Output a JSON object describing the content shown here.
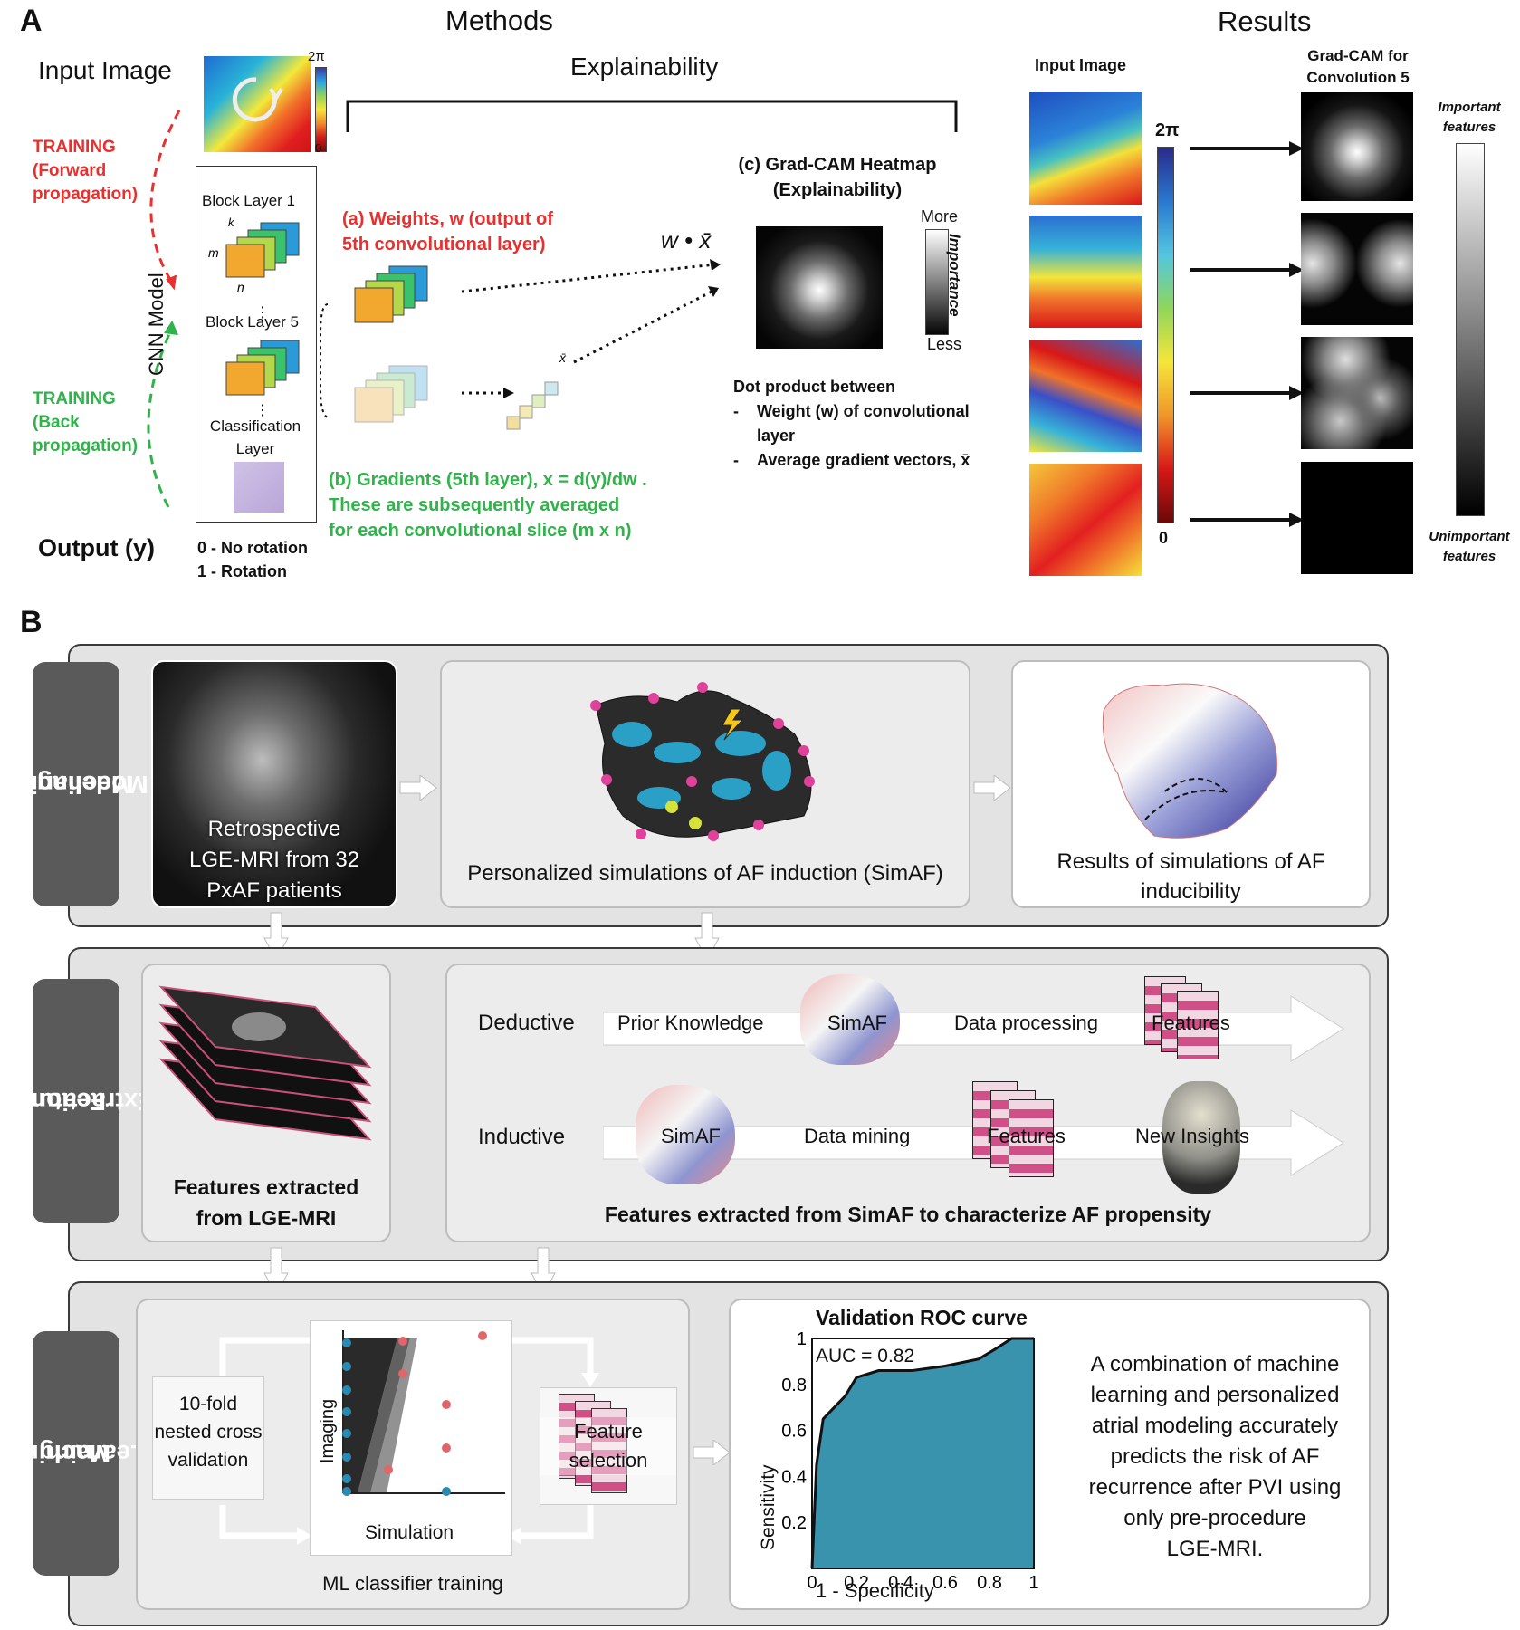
{
  "panel_a": {
    "letter": "A",
    "methods_title": "Methods",
    "results_title": "Results",
    "explainability_title": "Explainability",
    "input_image_label": "Input Image",
    "colorbar_top": "2π",
    "colorbar_bottom": "0",
    "training_forward": [
      "TRAINING",
      "(Forward",
      "propagation)"
    ],
    "training_back": [
      "TRAINING",
      "(Back",
      "propagation)"
    ],
    "cnn_model_label": "CNN Model",
    "block_layer_1": "Block Layer 1",
    "block_layer_5": "Block Layer 5",
    "dim_k": "k",
    "dim_m": "m",
    "dim_n": "n",
    "classification_layer": [
      "Classification",
      "Layer"
    ],
    "output_label": "Output (y)",
    "output_classes": [
      "0 - No rotation",
      "1 - Rotation"
    ],
    "weights_label": [
      "(a) Weights, w (output of",
      "5th convolutional layer)"
    ],
    "gradients_label": [
      "(b) Gradients (5th layer), x = d(y)/dw .",
      "These are subsequently averaged",
      "for each convolutional slice (m x n)"
    ],
    "xbar_label": "x̄",
    "w_dot_x": "w • x̄",
    "gradcam_title": [
      "(c) Grad-CAM Heatmap",
      "(Explainability)"
    ],
    "more_label": "More",
    "less_label": "Less",
    "importance_label": "Importance",
    "dot_product_title": "Dot product between",
    "dot_product_items": [
      "Weight (w) of convolutional",
      "layer",
      "Average gradient vectors, x̄"
    ],
    "results_input_image": "Input Image",
    "results_colorbar_top": "2π",
    "results_colorbar_bottom": "0",
    "gradcam_conv5": [
      "Grad-CAM for",
      "Convolution 5"
    ],
    "important_features": [
      "Important",
      "features"
    ],
    "unimportant_features": [
      "Unimportant",
      "features"
    ]
  },
  "panel_b": {
    "letter": "B",
    "sections": {
      "mechanistic": [
        "Mechanistic",
        "Modeling"
      ],
      "feature": [
        "Feature",
        "Extraction"
      ],
      "ml": [
        "Machine",
        "Learning"
      ]
    },
    "lge_caption": [
      "Retrospective",
      "LGE-MRI from 32",
      "PxAF patients"
    ],
    "simaf_caption": "Personalized simulations of AF induction (SimAF)",
    "results_caption": [
      "Results of simulations of AF",
      "inducibility"
    ],
    "features_lge_caption": [
      "Features extracted",
      "from LGE-MRI"
    ],
    "deductive_label": "Deductive",
    "deductive_steps": [
      "Prior Knowledge",
      "SimAF",
      "Data processing",
      "Features"
    ],
    "inductive_label": "Inductive",
    "inductive_steps": [
      "SimAF",
      "Data mining",
      "Features",
      "New Insights"
    ],
    "features_simaf_caption": "Features extracted from SimAF to characterize AF propensity",
    "cv_label": [
      "10-fold",
      "nested cross",
      "validation"
    ],
    "imaging_axis": "Imaging",
    "simulation_axis": "Simulation",
    "feature_selection": [
      "Feature",
      "selection"
    ],
    "ml_caption": "ML classifier training",
    "conclusion": [
      "A combination of machine",
      "learning and personalized",
      "atrial modeling accurately",
      "predicts the risk of AF",
      "recurrence after PVI using",
      "only pre-procedure",
      "LGE-MRI."
    ]
  },
  "chart_data": {
    "type": "line",
    "title": "Validation ROC curve",
    "xlabel": "1 - Specificity",
    "ylabel": "Sensitivity",
    "annotation": "AUC = 0.82",
    "xlim": [
      0,
      1
    ],
    "ylim": [
      0,
      1
    ],
    "xticks": [
      "0",
      "0.2",
      "0.4",
      "0.6",
      "0.8",
      "1"
    ],
    "yticks": [
      "0.2",
      "0.4",
      "0.6",
      "0.8",
      "1"
    ],
    "x": [
      0,
      0.02,
      0.05,
      0.1,
      0.15,
      0.2,
      0.3,
      0.45,
      0.6,
      0.75,
      0.82,
      0.9,
      1
    ],
    "y": [
      0,
      0.45,
      0.65,
      0.7,
      0.75,
      0.83,
      0.86,
      0.86,
      0.88,
      0.91,
      0.95,
      1,
      1
    ],
    "fill_color": "#3a93ad"
  }
}
